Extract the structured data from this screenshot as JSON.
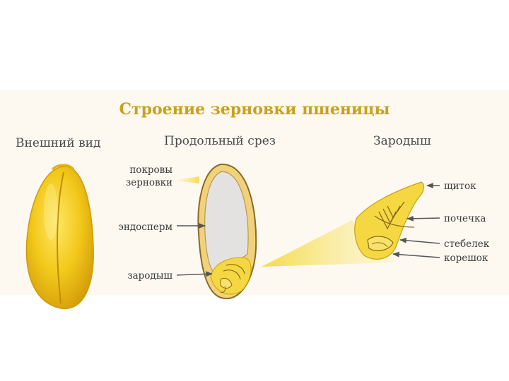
{
  "title": "Строение зерновки пшеницы",
  "headings": {
    "exterior": "Внешний вид",
    "section": "Продольный срез",
    "embryo": "Зародыш"
  },
  "section_labels": {
    "coat_line1": "покровы",
    "coat_line2": "зерновки",
    "endosperm": "эндосперм",
    "embryo": "зародыш"
  },
  "embryo_labels": {
    "scutellum": "щиток",
    "bud": "почечка",
    "stem": "стебелек",
    "root": "корешок"
  },
  "colors": {
    "title": "#c9a11e",
    "grain": "#f2c81a",
    "grain_edge": "#d49e0a",
    "endosperm": "#e4e2e0",
    "coat": "#9a7a30",
    "embryo": "#f5d742",
    "beam": "#f7e35a",
    "arrow": "#555555",
    "background": "#fdf9f0"
  }
}
